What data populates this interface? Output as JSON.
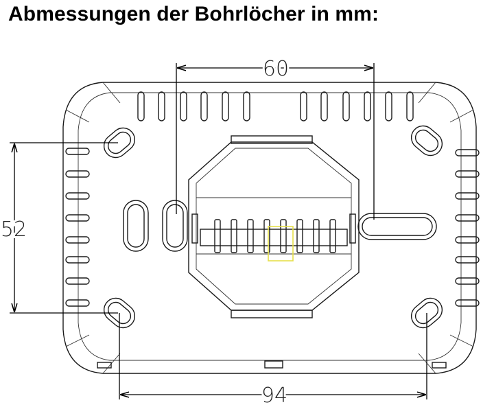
{
  "title": "Abmessungen der Bohrlöcher in mm:",
  "dimensions": {
    "top": "60",
    "left": "52",
    "bottom": "94"
  },
  "colors": {
    "line": "#1a1a1a",
    "highlight": "#e6e04a"
  }
}
